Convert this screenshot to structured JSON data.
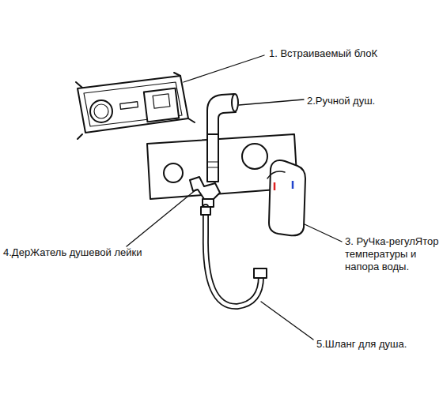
{
  "diagram": {
    "labels": [
      "1. Встраиваемый блоК",
      "2.Ручной душ.",
      "3. РуЧка-регулЯтор температуры и напора воды.",
      "4.ДерЖатель душевой лейки",
      "5.Шланг для душа."
    ]
  }
}
